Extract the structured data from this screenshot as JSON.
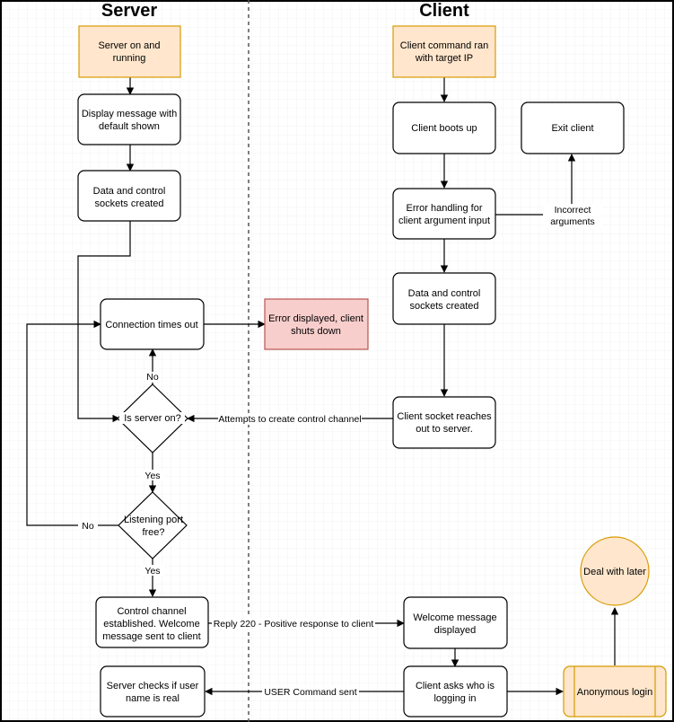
{
  "lanes": {
    "server": "Server",
    "client": "Client"
  },
  "nodes": {
    "server_on": [
      "Server on and",
      "running"
    ],
    "display_message": [
      "Display message with",
      "default shown"
    ],
    "server_sockets": [
      "Data and control",
      "sockets created"
    ],
    "connection_times_out": [
      "Connection times out"
    ],
    "error_displayed": [
      "Error displayed, client",
      "shuts down"
    ],
    "is_server_on": [
      "Is server on?"
    ],
    "listening_port": [
      "Listening port",
      "free?"
    ],
    "control_channel": [
      "Control channel",
      "established. Welcome",
      "message sent to client"
    ],
    "server_checks": [
      "Server checks if user",
      "name is real"
    ],
    "client_command": [
      "Client command ran",
      "with target IP"
    ],
    "client_boots": [
      "Client boots up"
    ],
    "exit_client": [
      "Exit client"
    ],
    "error_handling": [
      "Error handling for",
      "client argument input"
    ],
    "client_sockets": [
      "Data and control",
      "sockets created"
    ],
    "client_socket_reaches": [
      "Client socket reaches",
      "out to server."
    ],
    "welcome_message": [
      "Welcome message",
      "displayed"
    ],
    "client_asks": [
      "Client asks who is",
      "logging in"
    ],
    "anonymous_login": [
      "Anonymous login"
    ],
    "deal_with_later": [
      "Deal with later"
    ]
  },
  "edge_labels": {
    "incorrect_arguments": [
      "Incorrect",
      "arguments"
    ],
    "no_timeout": "No",
    "yes_server_on": "Yes",
    "no_port": "No",
    "yes_port": "Yes",
    "attempts_control": "Attempts to create control channel",
    "reply_220": "Reply 220 - Positive response to client",
    "user_command": "USER Command sent"
  },
  "colors": {
    "start_fill": "#ffe6cc",
    "start_stroke": "#d79b00",
    "error_fill": "#f8cecc",
    "error_stroke": "#b85450",
    "grid": "#e6e6e6",
    "stroke": "#000000"
  }
}
